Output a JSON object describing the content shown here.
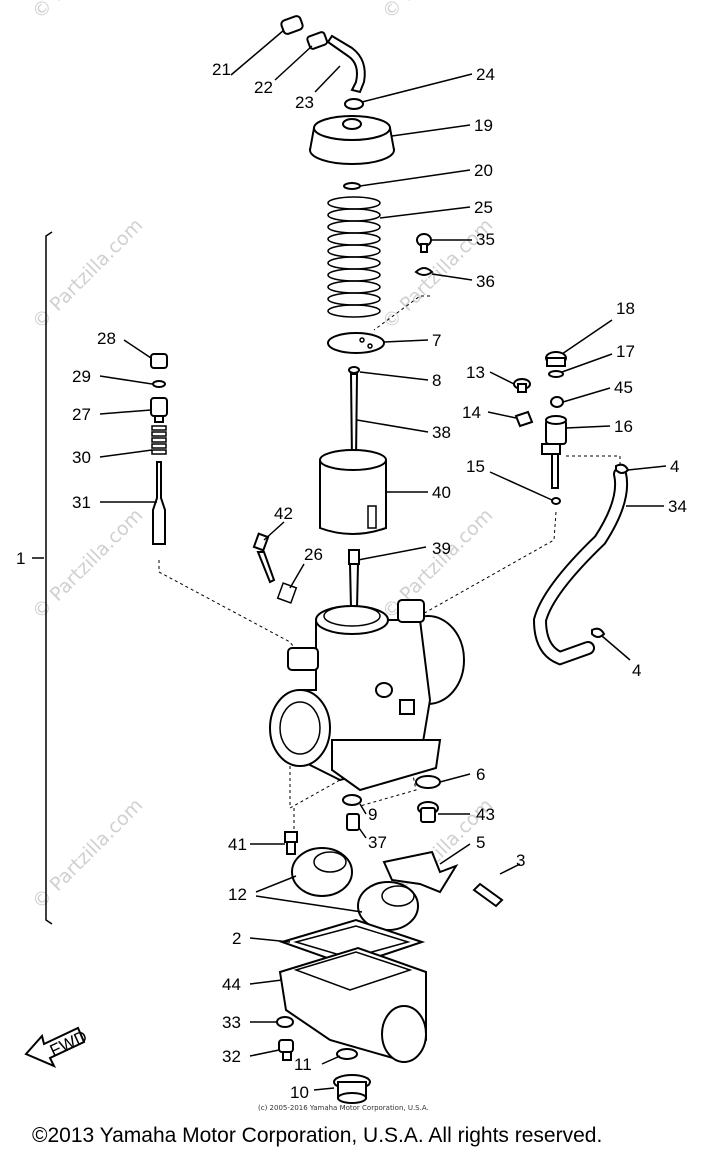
{
  "watermark": "© Partzilla.com",
  "labels": [
    {
      "id": "21",
      "text": "21"
    },
    {
      "id": "22",
      "text": "22"
    },
    {
      "id": "23",
      "text": "23"
    },
    {
      "id": "24",
      "text": "24"
    },
    {
      "id": "19",
      "text": "19"
    },
    {
      "id": "20",
      "text": "20"
    },
    {
      "id": "25",
      "text": "25"
    },
    {
      "id": "35",
      "text": "35"
    },
    {
      "id": "36",
      "text": "36"
    },
    {
      "id": "7",
      "text": "7"
    },
    {
      "id": "8",
      "text": "8"
    },
    {
      "id": "38",
      "text": "38"
    },
    {
      "id": "40",
      "text": "40"
    },
    {
      "id": "39",
      "text": "39"
    },
    {
      "id": "28",
      "text": "28"
    },
    {
      "id": "29",
      "text": "29"
    },
    {
      "id": "27",
      "text": "27"
    },
    {
      "id": "30",
      "text": "30"
    },
    {
      "id": "31",
      "text": "31"
    },
    {
      "id": "42",
      "text": "42"
    },
    {
      "id": "26",
      "text": "26"
    },
    {
      "id": "18",
      "text": "18"
    },
    {
      "id": "17",
      "text": "17"
    },
    {
      "id": "13",
      "text": "13"
    },
    {
      "id": "45",
      "text": "45"
    },
    {
      "id": "14",
      "text": "14"
    },
    {
      "id": "16",
      "text": "16"
    },
    {
      "id": "15",
      "text": "15"
    },
    {
      "id": "4a",
      "text": "4"
    },
    {
      "id": "34",
      "text": "34"
    },
    {
      "id": "4b",
      "text": "4"
    },
    {
      "id": "1",
      "text": "1"
    },
    {
      "id": "6",
      "text": "6"
    },
    {
      "id": "9",
      "text": "9"
    },
    {
      "id": "43",
      "text": "43"
    },
    {
      "id": "41",
      "text": "41"
    },
    {
      "id": "37",
      "text": "37"
    },
    {
      "id": "5",
      "text": "5"
    },
    {
      "id": "3",
      "text": "3"
    },
    {
      "id": "12",
      "text": "12"
    },
    {
      "id": "2",
      "text": "2"
    },
    {
      "id": "44",
      "text": "44"
    },
    {
      "id": "33",
      "text": "33"
    },
    {
      "id": "32",
      "text": "32"
    },
    {
      "id": "11",
      "text": "11"
    },
    {
      "id": "10",
      "text": "10"
    }
  ],
  "fwd": "FWD",
  "small_credit": "(c) 2005-2016 Yamaha Motor Corporation, U.S.A.",
  "copyright": "©2013 Yamaha Motor Corporation, U.S.A. All rights reserved."
}
